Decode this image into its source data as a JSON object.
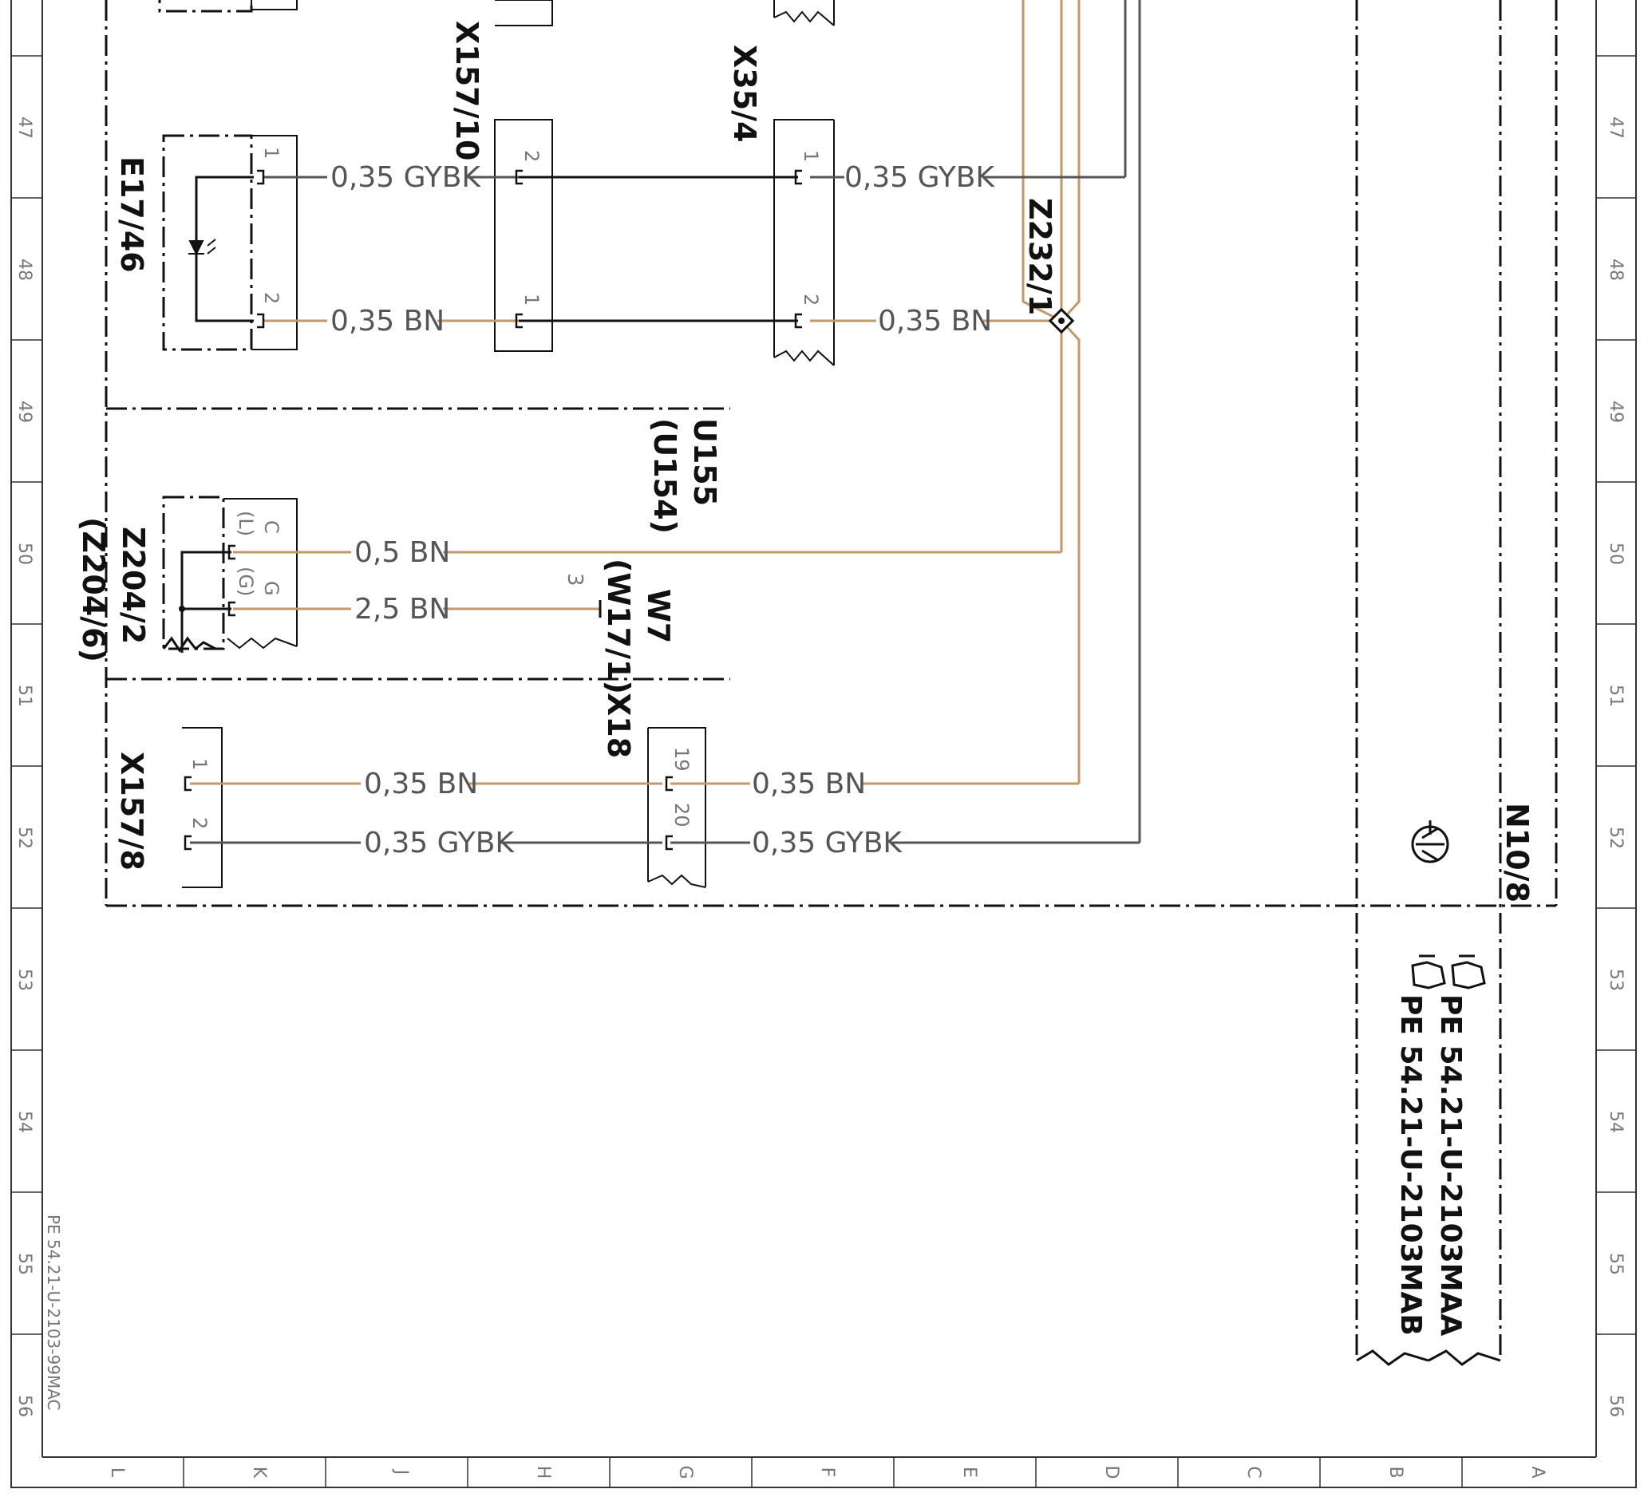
{
  "colors": {
    "bn": "#c19a6b",
    "gybk": "#555555",
    "ink": "#111111",
    "frame": "#333333"
  },
  "rows": [
    "47",
    "48",
    "49",
    "50",
    "51",
    "52",
    "53",
    "54",
    "55",
    "56"
  ],
  "cols": [
    "L",
    "K",
    "J",
    "H",
    "G",
    "F",
    "E",
    "D",
    "C",
    "B",
    "A"
  ],
  "components": {
    "e17_46": "E17/46",
    "x157_10": "X157/10",
    "x35_4": "X35/4",
    "z232_1": "Z232/1",
    "u155": "U155",
    "u154": "(U154)",
    "z204_2": "Z204/2",
    "z204_6": "(Z204/6)",
    "w7": "W7",
    "w17_1": "(W17/1)",
    "x18": "X18",
    "x157_8": "X157/8",
    "n10_8": "N10/8"
  },
  "wires": {
    "w1": "0,35 GYBK",
    "w2": "0,35 BN",
    "w3": "0,35 GYBK",
    "w4": "0,35 BN",
    "w5": "0,5 BN",
    "w6": "2,5 BN",
    "w7": "0,35 BN",
    "w8": "0,35 GYBK",
    "w9": "0,35 BN",
    "w10": "0,35 GYBK"
  },
  "pins": {
    "e17_1": "1",
    "e17_2": "2",
    "x157_10_2": "2",
    "x157_10_1": "1",
    "x35_4_1": "1",
    "x35_4_2": "2",
    "z204_c": "C",
    "z204_l": "(L)",
    "z204_g": "G",
    "z204_g2": "(G)",
    "w7_3": "3",
    "x157_8_1": "1",
    "x157_8_2": "2",
    "x18_19": "19",
    "x18_20": "20"
  },
  "refs": {
    "ref1": "PE 54.21-U-2103MAA",
    "ref2": "PE 54.21-U-2103MAB"
  },
  "footer": {
    "doc_id": "PE 54.21-U-2103-99MAC"
  }
}
